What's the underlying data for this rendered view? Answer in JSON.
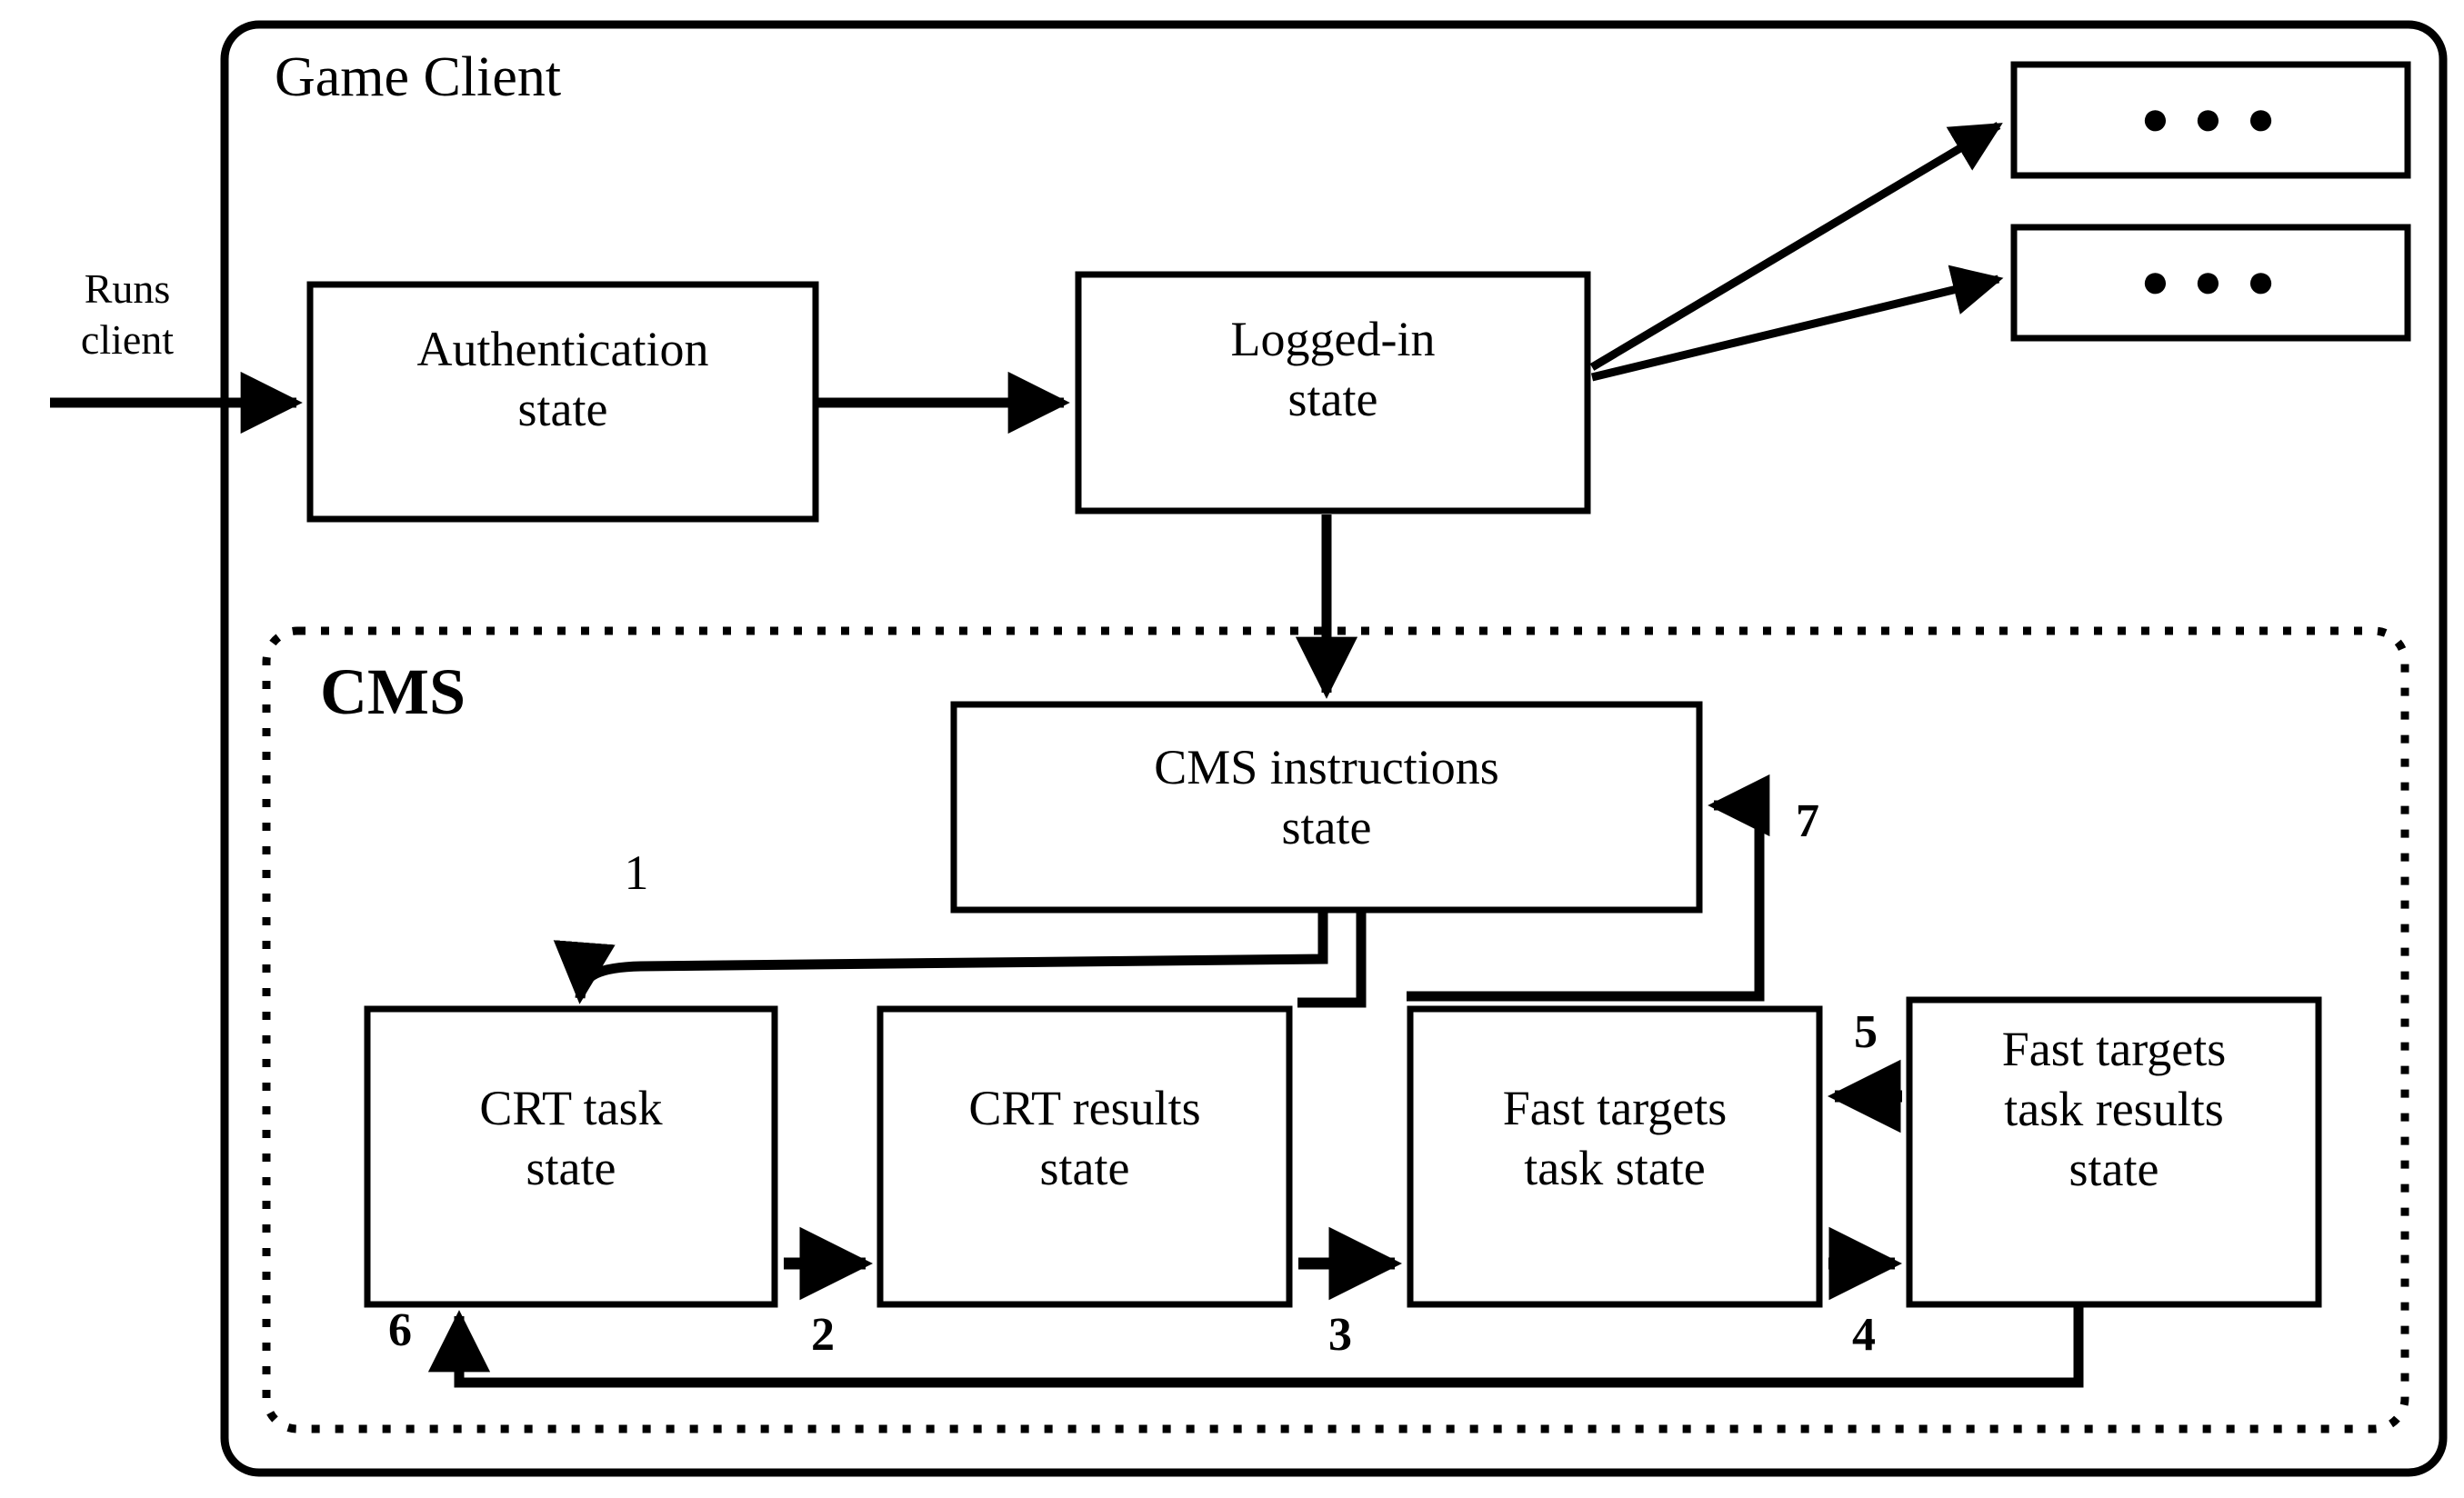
{
  "diagram": {
    "title_outer": "Game Client",
    "title_inner": "CMS",
    "entry_label": "Runs\nclient",
    "ellipsis_text": "● ● ●"
  },
  "outer_container": {
    "name": "Game Client",
    "label": "Game Client",
    "border_style": "solid-rounded",
    "color": "#000000"
  },
  "inner_container": {
    "name": "CMS",
    "label": "CMS",
    "border_style": "dotted-rounded",
    "color": "#000000"
  },
  "states": [
    {
      "id": "auth",
      "label": "Authentication\nstate"
    },
    {
      "id": "logged_in",
      "label": "Logged-in\nstate"
    },
    {
      "id": "other_1",
      "label": "● ● ●"
    },
    {
      "id": "other_2",
      "label": "● ● ●"
    },
    {
      "id": "cms_instr",
      "label": "CMS instructions\nstate"
    },
    {
      "id": "crt_task",
      "label": "CRT task\nstate"
    },
    {
      "id": "crt_results",
      "label": "CRT results\nstate"
    },
    {
      "id": "ft_task",
      "label": "Fast targets\ntask state"
    },
    {
      "id": "ft_results",
      "label": "Fast targets\ntask results\nstate"
    }
  ],
  "transitions": [
    {
      "id": "t_entry",
      "label": "Runs\nclient",
      "from": "external",
      "to": "auth"
    },
    {
      "id": "t_auth",
      "label": "",
      "from": "auth",
      "to": "logged_in"
    },
    {
      "id": "t_o1",
      "label": "",
      "from": "logged_in",
      "to": "other_1"
    },
    {
      "id": "t_o2",
      "label": "",
      "from": "logged_in",
      "to": "other_2"
    },
    {
      "id": "t_cms",
      "label": "",
      "from": "logged_in",
      "to": "cms_instr"
    },
    {
      "id": "t1",
      "label": "1",
      "from": "cms_instr",
      "to": "crt_task"
    },
    {
      "id": "t2",
      "label": "2",
      "from": "crt_task",
      "to": "crt_results"
    },
    {
      "id": "t3",
      "label": "3",
      "from": "crt_results",
      "to": "ft_task"
    },
    {
      "id": "t4",
      "label": "4",
      "from": "ft_task",
      "to": "ft_results"
    },
    {
      "id": "t5",
      "label": "5",
      "from": "ft_results",
      "to": "ft_task"
    },
    {
      "id": "t6",
      "label": "6",
      "from": "ft_results",
      "to": "crt_task"
    },
    {
      "id": "t7",
      "label": "7",
      "from": "crt_results",
      "to": "cms_instr"
    }
  ],
  "step_labels": {
    "one": "1",
    "two": "2",
    "three": "3",
    "four": "4",
    "five": "5",
    "six": "6",
    "seven": "7"
  }
}
